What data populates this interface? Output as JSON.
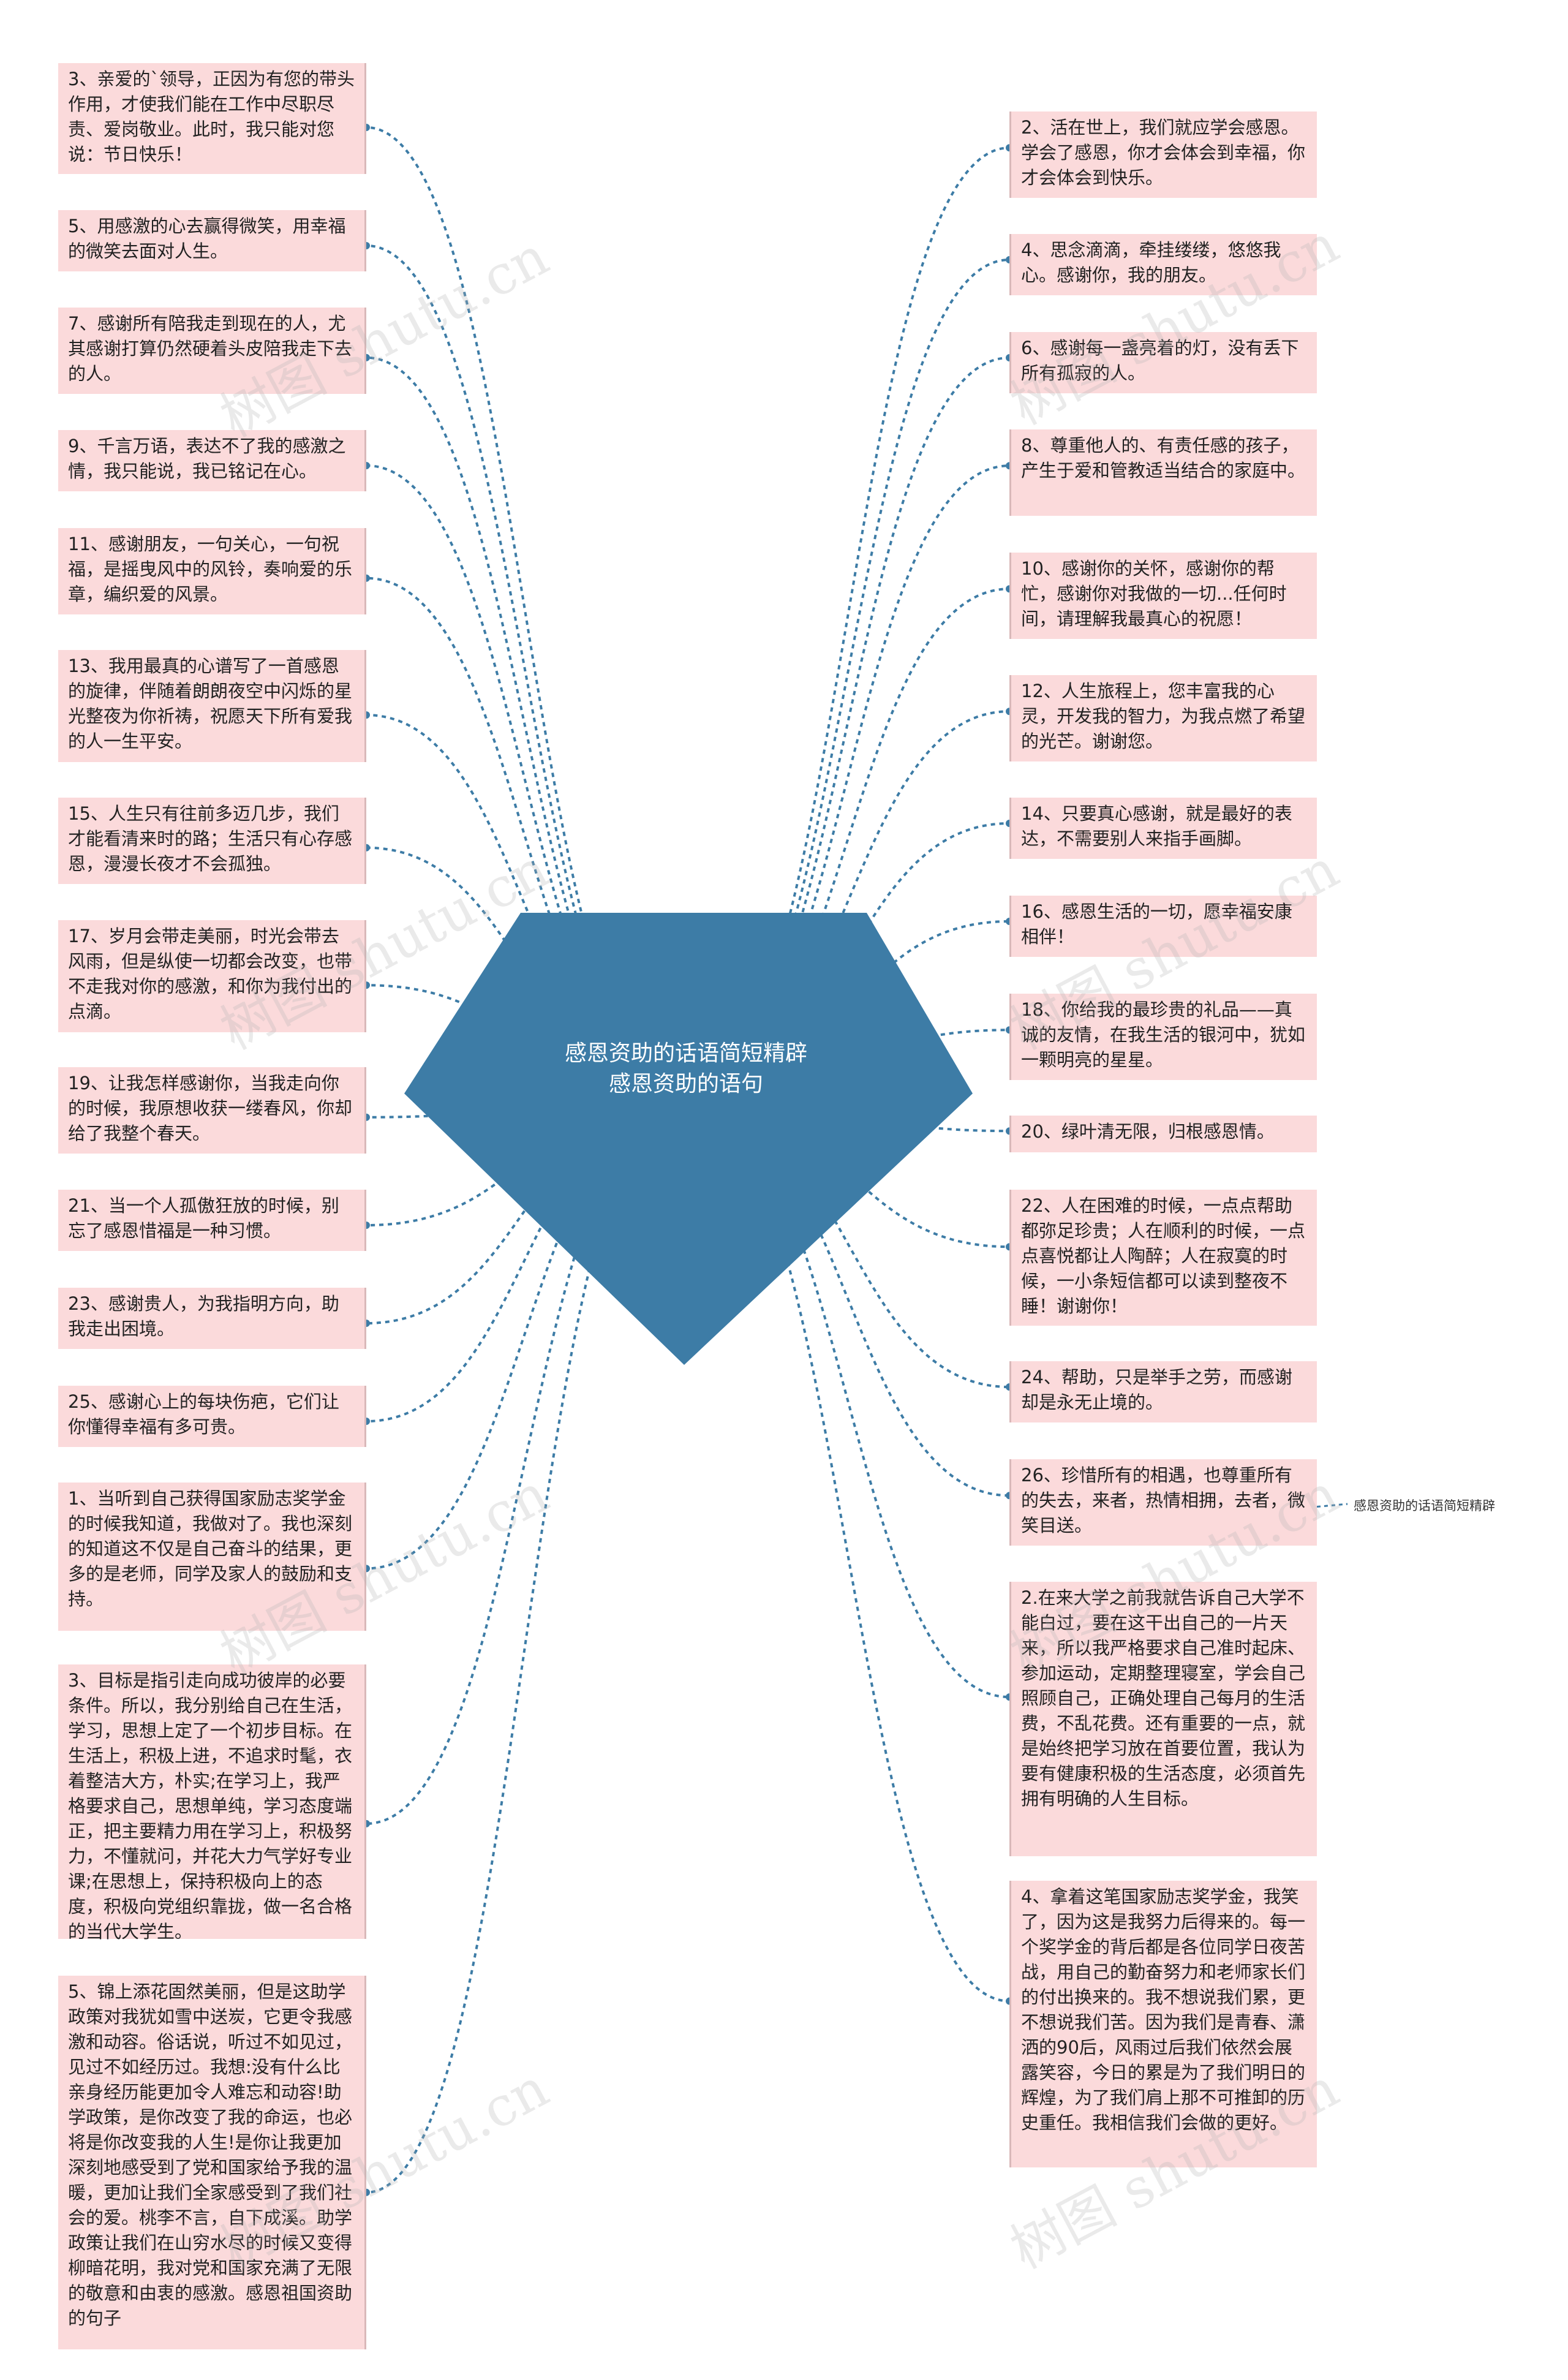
{
  "center": {
    "line1": "感恩资助的话语简短精辟",
    "line2": "感恩资助的语句",
    "color": "#3d7ca6"
  },
  "link_color": "#3d7ca6",
  "left_nodes": [
    "3、亲爱的`领导，正因为有您的带头作用，才使我们能在工作中尽职尽责、爱岗敬业。此时，我只能对您说：节日快乐！",
    "5、用感激的心去赢得微笑，用幸福的微笑去面对人生。",
    "7、感谢所有陪我走到现在的人，尤其感谢打算仍然硬着头皮陪我走下去的人。",
    "9、千言万语，表达不了我的感激之情，我只能说，我已铭记在心。",
    "11、感谢朋友，一句关心，一句祝福，是摇曳风中的风铃，奏响爱的乐章，编织爱的风景。",
    "13、我用最真的心谱写了一首感恩的旋律，伴随着朗朗夜空中闪烁的星光整夜为你祈祷，祝愿天下所有爱我的人一生平安。",
    "15、人生只有往前多迈几步，我们才能看清来时的路；生活只有心存感恩，漫漫长夜才不会孤独。",
    "17、岁月会带走美丽，时光会带去风雨，但是纵使一切都会改变，也带不走我对你的感激，和你为我付出的点滴。",
    "19、让我怎样感谢你，当我走向你的时候，我原想收获一缕春风，你却给了我整个春天。",
    "21、当一个人孤傲狂放的时候，别忘了感恩惜福是一种习惯。",
    "23、感谢贵人，为我指明方向，助我走出困境。",
    "25、感谢心上的每块伤疤，它们让你懂得幸福有多可贵。",
    "1、当听到自己获得国家励志奖学金的时候我知道，我做对了。我也深刻的知道这不仅是自己奋斗的结果，更多的是老师，同学及家人的鼓励和支持。",
    "3、目标是指引走向成功彼岸的必要条件。所以，我分别给自己在生活，学习，思想上定了一个初步目标。在生活上，积极上进，不追求时髦，衣着整洁大方，朴实;在学习上，我严格要求自己，思想单纯，学习态度端正，把主要精力用在学习上，积极努力，不懂就问，并花大力气学好专业课;在思想上，保持积极向上的态度，积极向党组织靠拢，做一名合格的当代大学生。",
    "5、锦上添花固然美丽，但是这助学政策对我犹如雪中送炭，它更令我感激和动容。俗话说，听过不如见过，见过不如经历过。我想:没有什么比亲身经历能更加令人难忘和动容!助学政策，是你改变了我的命运，也必将是你改变我的人生!是你让我更加深刻地感受到了党和国家给予我的温暖，更加让我们全家感受到了我们社会的爱。桃李不言，自下成溪。助学政策让我们在山穷水尽的时候又变得柳暗花明，我对党和国家充满了无限的敬意和由衷的感激。感恩祖国资助的句子"
  ],
  "right_nodes": [
    "2、活在世上，我们就应学会感恩。学会了感恩，你才会体会到幸福，你才会体会到快乐。",
    "4、思念滴滴，牵挂缕缕，悠悠我心。感谢你，我的朋友。",
    "6、感谢每一盏亮着的灯，没有丢下所有孤寂的人。",
    "8、尊重他人的、有责任感的孩子，产生于爱和管教适当结合的家庭中。",
    "10、感谢你的关怀，感谢你的帮忙，感谢你对我做的一切...任何时间，请理解我最真心的祝愿！",
    "12、人生旅程上，您丰富我的心灵，开发我的智力，为我点燃了希望的光芒。谢谢您。",
    "14、只要真心感谢，就是最好的表达，不需要别人来指手画脚。",
    "16、感恩生活的一切，愿幸福安康相伴！",
    "18、你给我的最珍贵的礼品——真诚的友情，在我生活的银河中，犹如一颗明亮的星星。",
    "20、绿叶清无限，归根感恩情。",
    "22、人在困难的时候，一点点帮助都弥足珍贵；人在顺利的时候，一点点喜悦都让人陶醉；人在寂寞的时候，一小条短信都可以读到整夜不睡！谢谢你！",
    "24、帮助，只是举手之劳，而感谢却是永无止境的。",
    "26、珍惜所有的相遇，也尊重所有的失去，来者，热情相拥，去者，微笑目送。",
    "2.在来大学之前我就告诉自己大学不能白过，要在这干出自己的一片天来，所以我严格要求自己准时起床、参加运动，定期整理寝室，学会自己照顾自己，正确处理自己每月的生活费，不乱花费。还有重要的一点，就是始终把学习放在首要位置，我认为要有健康积极的生活态度，必须首先拥有明确的人生目标。",
    "4、拿着这笔国家励志奖学金，我笑了，因为这是我努力后得来的。每一个奖学金的背后都是各位同学日夜苦战，用自己的勤奋努力和老师家长们的付出换来的。我不想说我们累，更不想说我们苦。因为我们是青春、潇洒的90后，风雨过后我们依然会展露笑容，今日的累是为了我们明日的辉煌，为了我们肩上那不可推卸的历史重任。我相信我们会做的更好。"
  ],
  "leaf": "感恩资助的话语简短精辟",
  "watermark": "树图 shutu.cn"
}
